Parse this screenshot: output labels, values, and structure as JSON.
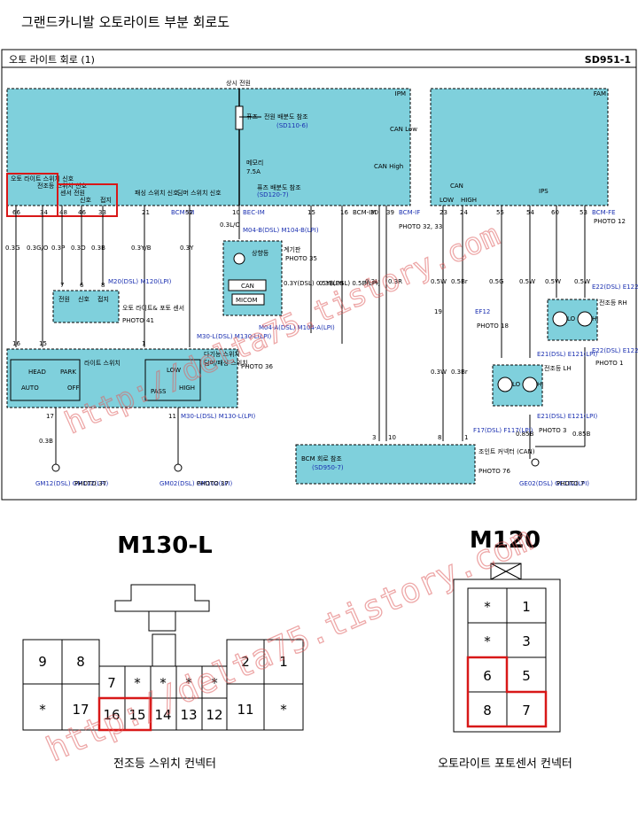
{
  "title": "그랜드카니발 오토라이트 부분 회로도",
  "header": {
    "left": "오토 라이트 회로 (1)",
    "right": "SD951-1"
  },
  "watermark": "http://delta75.tistory.com",
  "ipm": {
    "label": "IPM",
    "constant_power": "상시 전원",
    "fuse_block": "퓨즈",
    "power_ref": "전원 배분도 참조",
    "power_ref_code": "(SD110-6)",
    "memory": "메모리",
    "memory_fuse": "7.5A",
    "fuse_ref": "퓨즈 배분도 참조",
    "fuse_ref_code": "(SD120-7)",
    "can_low": "CAN Low",
    "can_high": "CAN High",
    "group_auto_light": "오토 라이트 스위치 신호",
    "group_headlamp": "전조등 스위치 신호",
    "group_sensor_power": "센서 전원",
    "group_sensor_signal": "신호",
    "group_sensor_ground": "접지",
    "passing_signal": "패싱 스위치 신호",
    "dimmer_signal": "딤머 스위치 신호",
    "pins": [
      "66",
      "34",
      "48",
      "46",
      "33",
      "21",
      "52",
      "10",
      "15",
      "16",
      "30",
      "39"
    ],
    "bcm_im": "BCM-IM",
    "bec_im": "BEC-IM",
    "bcm_im2": "BCM-IM",
    "bcm_if": "BCM-IF",
    "photo_if": "PHOTO 32, 33"
  },
  "fam": {
    "label": "FAM",
    "can": "CAN",
    "low": "LOW",
    "high": "HIGH",
    "ips": "IPS",
    "pins": [
      "23",
      "24",
      "55",
      "54",
      "60",
      "53"
    ],
    "bcm_fe": "BCM-FE",
    "photo": "PHOTO 12"
  },
  "wires": {
    "w66": "0.3G",
    "w34": "0.3G/O",
    "w48": "0.3P",
    "w46": "0.3O",
    "w33": "0.3B",
    "w21": "0.3Y/B",
    "w52": "0.3Y",
    "w10": "0.3L/O",
    "w15": "0.3Y(DSL) 0.5Y(LPI)",
    "w16": "0.3B(DSL) 0.5B(LPI)",
    "w30": "0.3L",
    "w39": "0.3R",
    "w23": "0.5W",
    "w24": "0.5Br",
    "w55": "0.5G",
    "w54": "0.5W",
    "w60": "0.5W",
    "w53": "0.5W",
    "w23b": "0.3W",
    "w24b": "0.3Br",
    "w_e21": "0.85B",
    "w_e22": "0.85B",
    "w17": "0.3B"
  },
  "cluster": {
    "title": "계기판",
    "photo": "PHOTO 35",
    "headlamp": "상향등",
    "can": "CAN",
    "micom": "MICOM",
    "conn_top": "M04-B(DSL) M104-B(LPI)",
    "conn_bottom": "M04-A(DSL) M104-A(LPI)"
  },
  "sensor": {
    "pins": [
      "7",
      "6",
      "8"
    ],
    "labels": [
      "전원",
      "신호",
      "접지"
    ],
    "name": "오토 라이트& 포토 센서",
    "conn": "M20(DSL) M120(LPI)",
    "photo": "PHOTO 41"
  },
  "light_switch": {
    "head": "HEAD",
    "park": "PARK",
    "auto": "AUTO",
    "off": "OFF",
    "name": "라이트 스위치",
    "multi": "다기능 스위치",
    "dimmer_name": "딤머/패싱 스위치",
    "low": "LOW",
    "pass": "PASS",
    "high": "HIGH",
    "photo": "PHOTO 36",
    "conn": "M30-L(DSL) M130-L(LPI)",
    "pins_top": [
      "16",
      "15",
      "1"
    ],
    "pins_bottom": [
      "17",
      "11"
    ]
  },
  "grounds": [
    {
      "code": "GM12(DSL) GM112(LPI)",
      "photo": "PHOTO 37"
    },
    {
      "code": "GM02(DSL) GM102(LPI)",
      "photo": "PHOTO 37"
    },
    {
      "code": "GE02(DSL) GE102(LPI)",
      "photo": "PHOTO 7"
    }
  ],
  "joint": {
    "ref": "BCM 회로 참조",
    "ref_code": "(SD950-7)",
    "name": "조인트 커넥터 (CAN)",
    "conn": "F17(DSL) F117(LPI)",
    "photo": "PHOTO 76",
    "pins": [
      "3",
      "10",
      "8",
      "1"
    ]
  },
  "ef12": {
    "code": "EF12",
    "photo": "PHOTO 18",
    "pin": "19"
  },
  "lamp_rh": {
    "name": "전조등 RH",
    "conn": "E22(DSL) E122(LPI)",
    "photo": "PHOTO 1",
    "lo": "LO",
    "hi": "HI"
  },
  "lamp_lh": {
    "name": "전조등 LH",
    "conn": "E21(DSL) E121(LPI)",
    "photo": "PHOTO 3",
    "lo": "LO",
    "hi": "HI"
  },
  "m130": {
    "title": "M130-L",
    "caption": "전조등 스위치 컨넥터",
    "cells": [
      "9",
      "8",
      "2",
      "1",
      "*",
      "17",
      "11",
      "*",
      "7",
      "*",
      "*",
      "*",
      "*",
      "16",
      "15",
      "14",
      "13",
      "12"
    ]
  },
  "m120": {
    "title": "M120",
    "caption": "오토라이트 포토센서 컨넥터",
    "cells": [
      "*",
      "1",
      "*",
      "3",
      "6",
      "5",
      "8",
      "7"
    ]
  },
  "colors": {
    "module_fill": "#7fd0dc",
    "highlight": "#d81818",
    "wire": "#000000"
  }
}
